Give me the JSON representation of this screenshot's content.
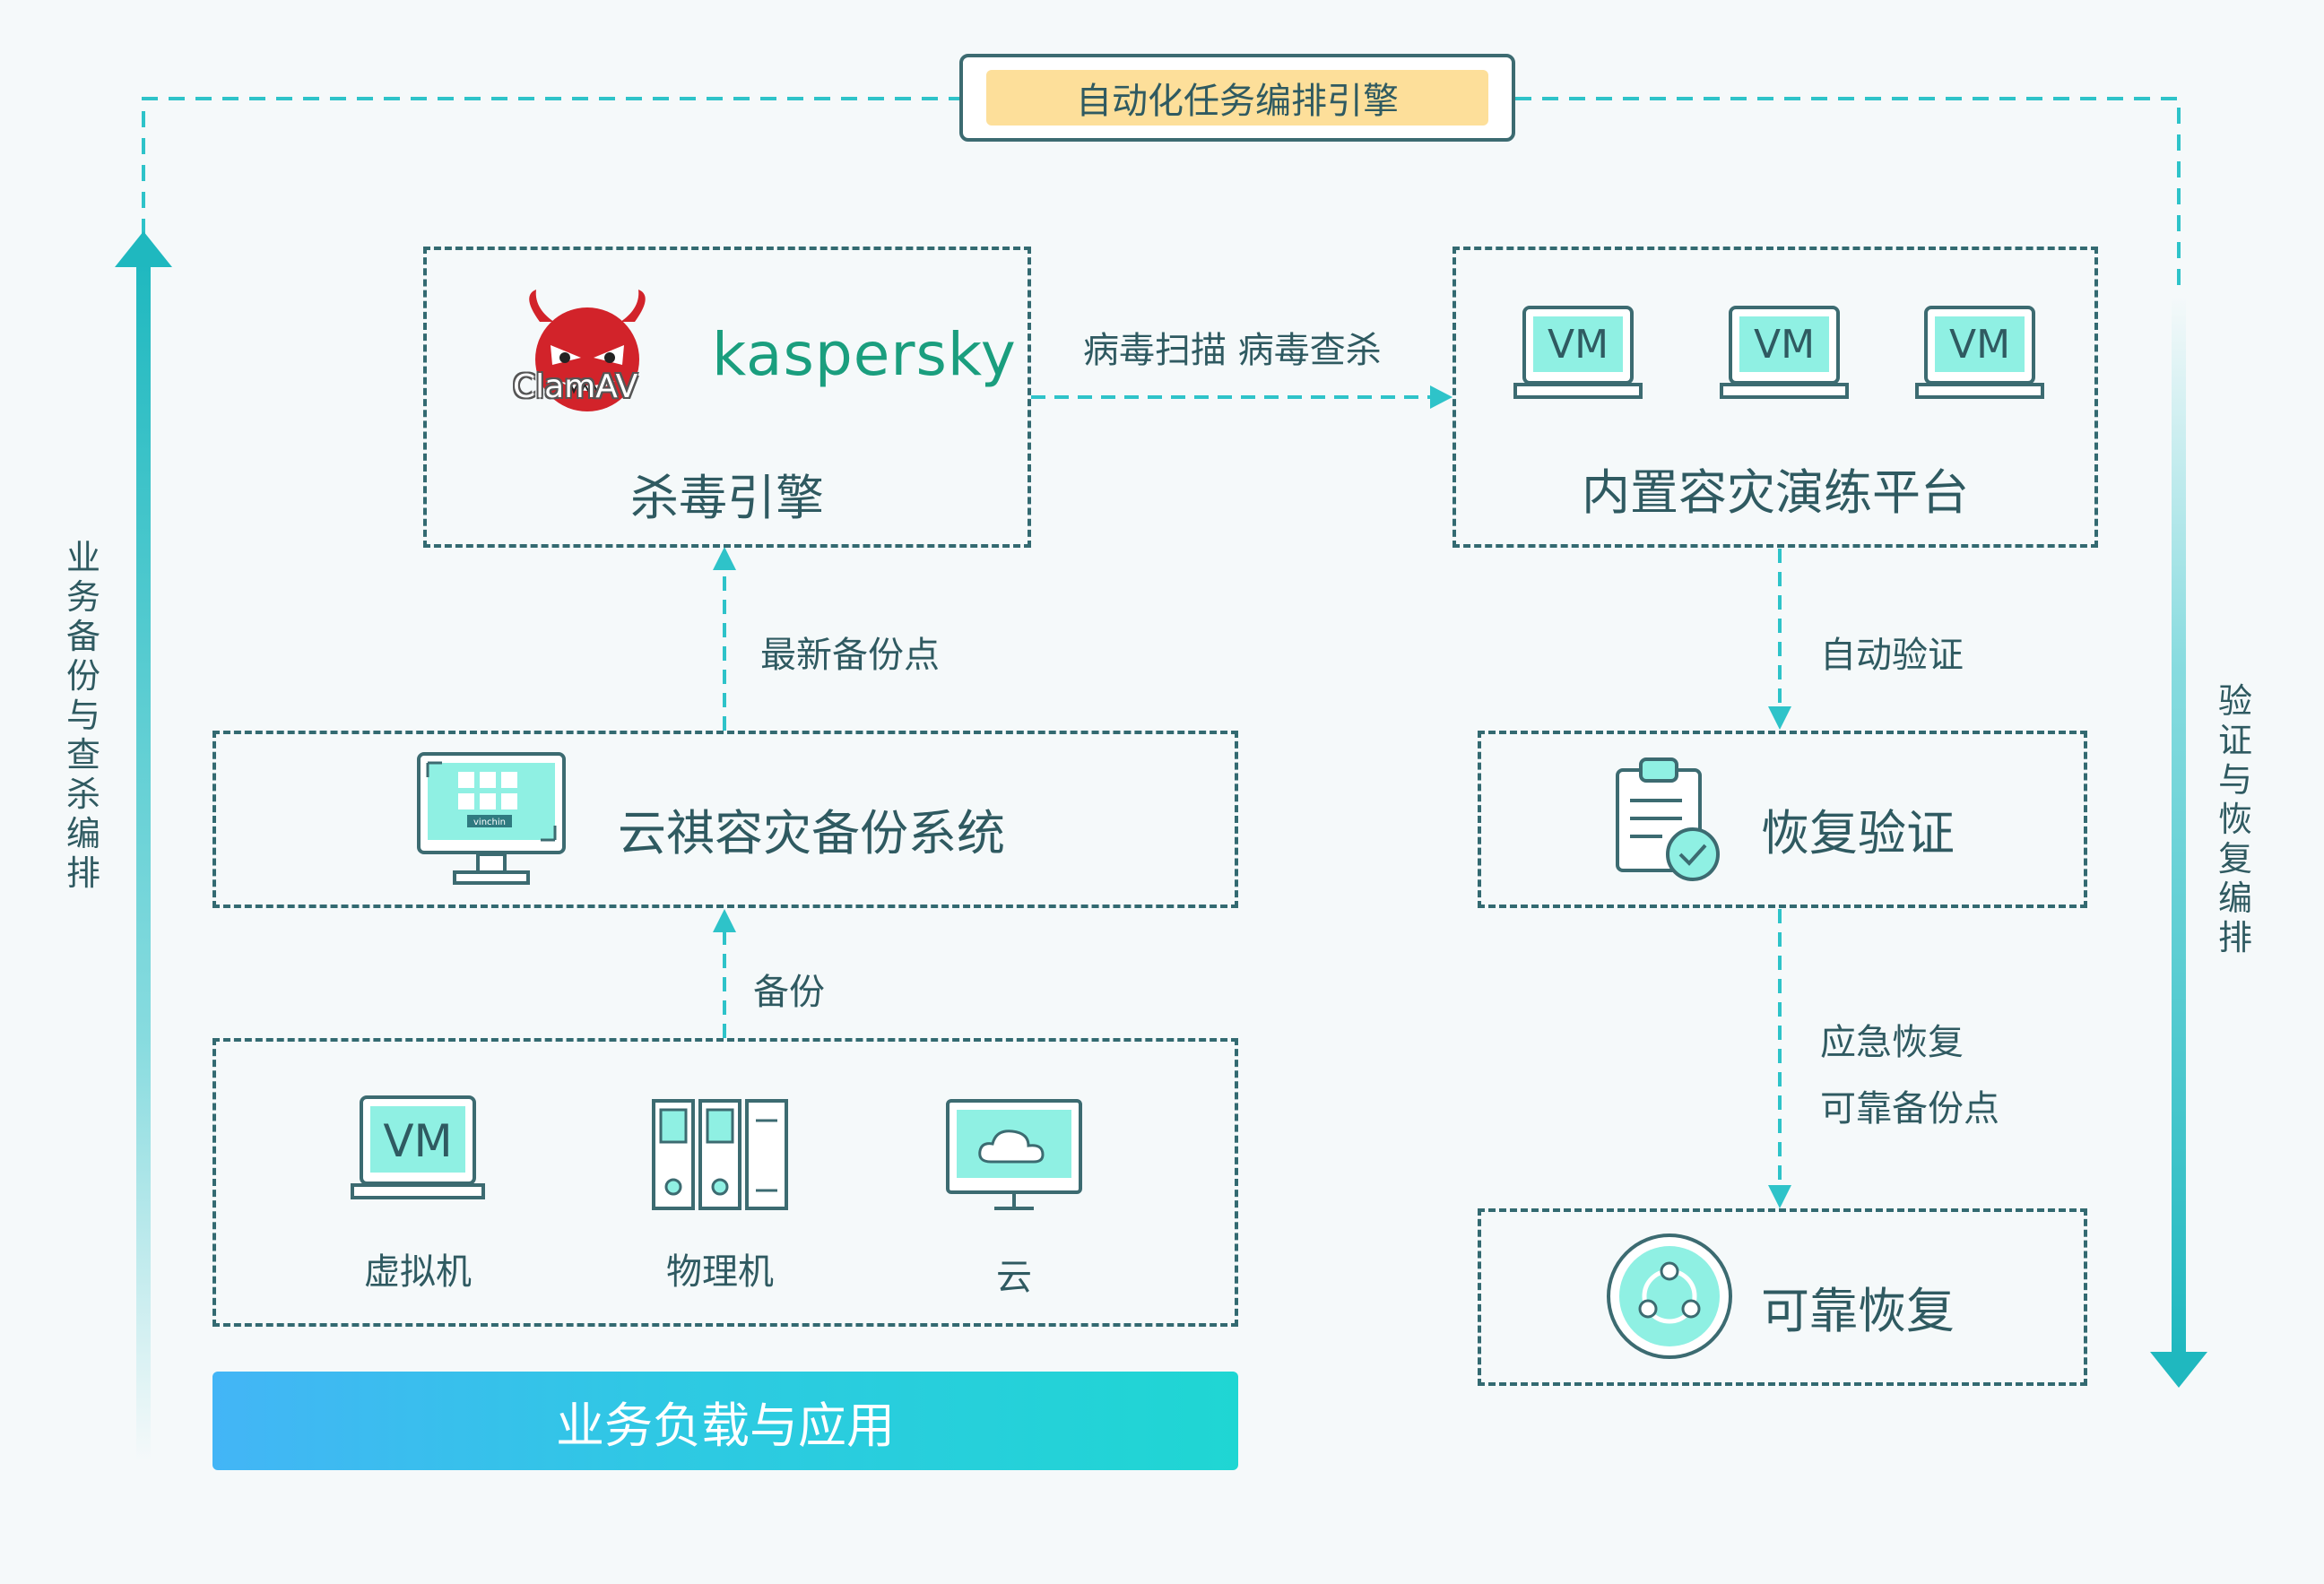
{
  "header": {
    "engine_label": "自动化任务编排引擎"
  },
  "left_arrow": {
    "label": "业务备份与查杀编排"
  },
  "right_arrow": {
    "label": "验证与恢复编排"
  },
  "antivirus": {
    "title": "杀毒引擎",
    "clamav_label": "ClamAV",
    "kaspersky_label": "kaspersky"
  },
  "scan_link": {
    "label": "病毒扫描 病毒查杀"
  },
  "drill_platform": {
    "title": "内置容灾演练平台",
    "vm_labels": [
      "VM",
      "VM",
      "VM"
    ]
  },
  "latest_backup_link": {
    "label": "最新备份点"
  },
  "auto_verify_link": {
    "label": "自动验证"
  },
  "backup_system": {
    "title": "云祺容灾备份系统",
    "brand": "vinchin"
  },
  "restore_verify": {
    "title": "恢复验证"
  },
  "backup_link": {
    "label": "备份"
  },
  "emergency_link": {
    "line1": "应急恢复",
    "line2": "可靠备份点"
  },
  "sources": {
    "items": [
      {
        "label": "虚拟机",
        "icon": "vm-laptop-icon",
        "icon_text": "VM"
      },
      {
        "label": "物理机",
        "icon": "server-rack-icon"
      },
      {
        "label": "云",
        "icon": "cloud-monitor-icon"
      }
    ]
  },
  "reliable_restore": {
    "title": "可靠恢复"
  },
  "workload_bar": {
    "label": "业务负载与应用"
  },
  "colors": {
    "teal_line": "#2ec3c9",
    "box_border": "#336a71",
    "engine_fill": "#fddf9a",
    "text": "#2f5a61",
    "kaspersky": "#1a9e7e",
    "clamav_red": "#d2232a",
    "icon_screen": "#8ff0e3"
  }
}
